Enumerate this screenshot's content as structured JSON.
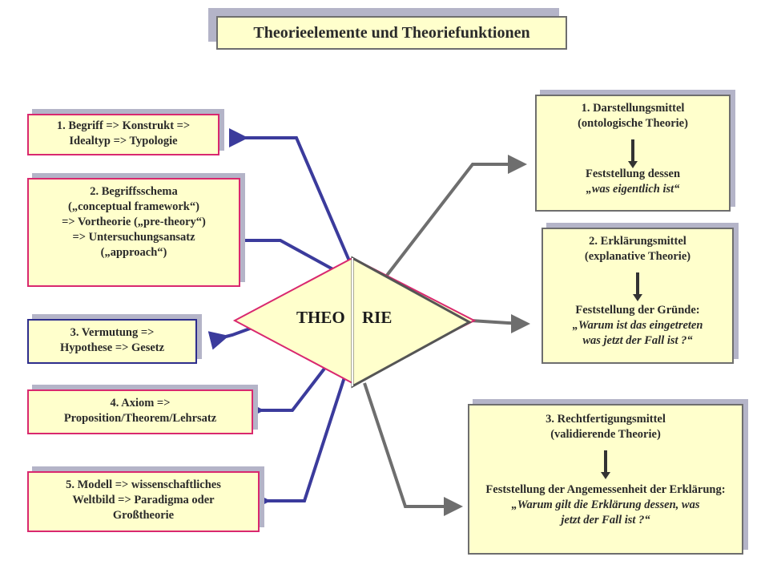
{
  "title": "Theorieelemente und Theoriefunktionen",
  "center": {
    "left_text": "THEO",
    "right_text": "RIE"
  },
  "left_boxes": [
    {
      "lines": [
        "1. Begriff => Konstrukt =>",
        "Idealtyp => Typologie"
      ]
    },
    {
      "lines": [
        "2. Begriffsschema",
        "(„conceptual framework“)",
        "=> Vortheorie („pre-theory“)",
        "=> Untersuchungsansatz",
        "(„approach“)"
      ]
    },
    {
      "lines": [
        "3. Vermutung =>",
        "Hypothese => Gesetz"
      ]
    },
    {
      "lines": [
        "4. Axiom =>",
        "Proposition/Theorem/Lehrsatz"
      ]
    },
    {
      "lines": [
        "5. Modell => wissenschaftliches",
        "Weltbild => Paradigma oder",
        "Großtheorie"
      ]
    }
  ],
  "right_boxes": [
    {
      "heading": [
        "1. Darstellungsmittel",
        "(ontologische Theorie)"
      ],
      "statement": "Feststellung dessen",
      "quote": [
        "„was eigentlich ist“"
      ]
    },
    {
      "heading": [
        "2. Erklärungsmittel",
        "(explanative Theorie)"
      ],
      "statement": "Feststellung der Gründe:",
      "quote": [
        "„Warum ist das eingetreten",
        "was jetzt der Fall ist ?“"
      ]
    },
    {
      "heading": [
        "3. Rechtfertigungsmittel",
        "(validierende Theorie)"
      ],
      "statement": "Feststellung der Angemessenheit der Erklärung:",
      "quote": [
        "„Warum gilt die Erklärung dessen, was",
        "jetzt der Fall ist ?“"
      ]
    }
  ],
  "colors": {
    "box_fill": "#ffffcc",
    "pink_border": "#d9286f",
    "blue_border": "#2d2d8c",
    "gray_border": "#6e6e6e",
    "shadow": "#b4b4c8",
    "blue_arrow": "#3b3b9c",
    "gray_arrow": "#6e6e6e"
  }
}
